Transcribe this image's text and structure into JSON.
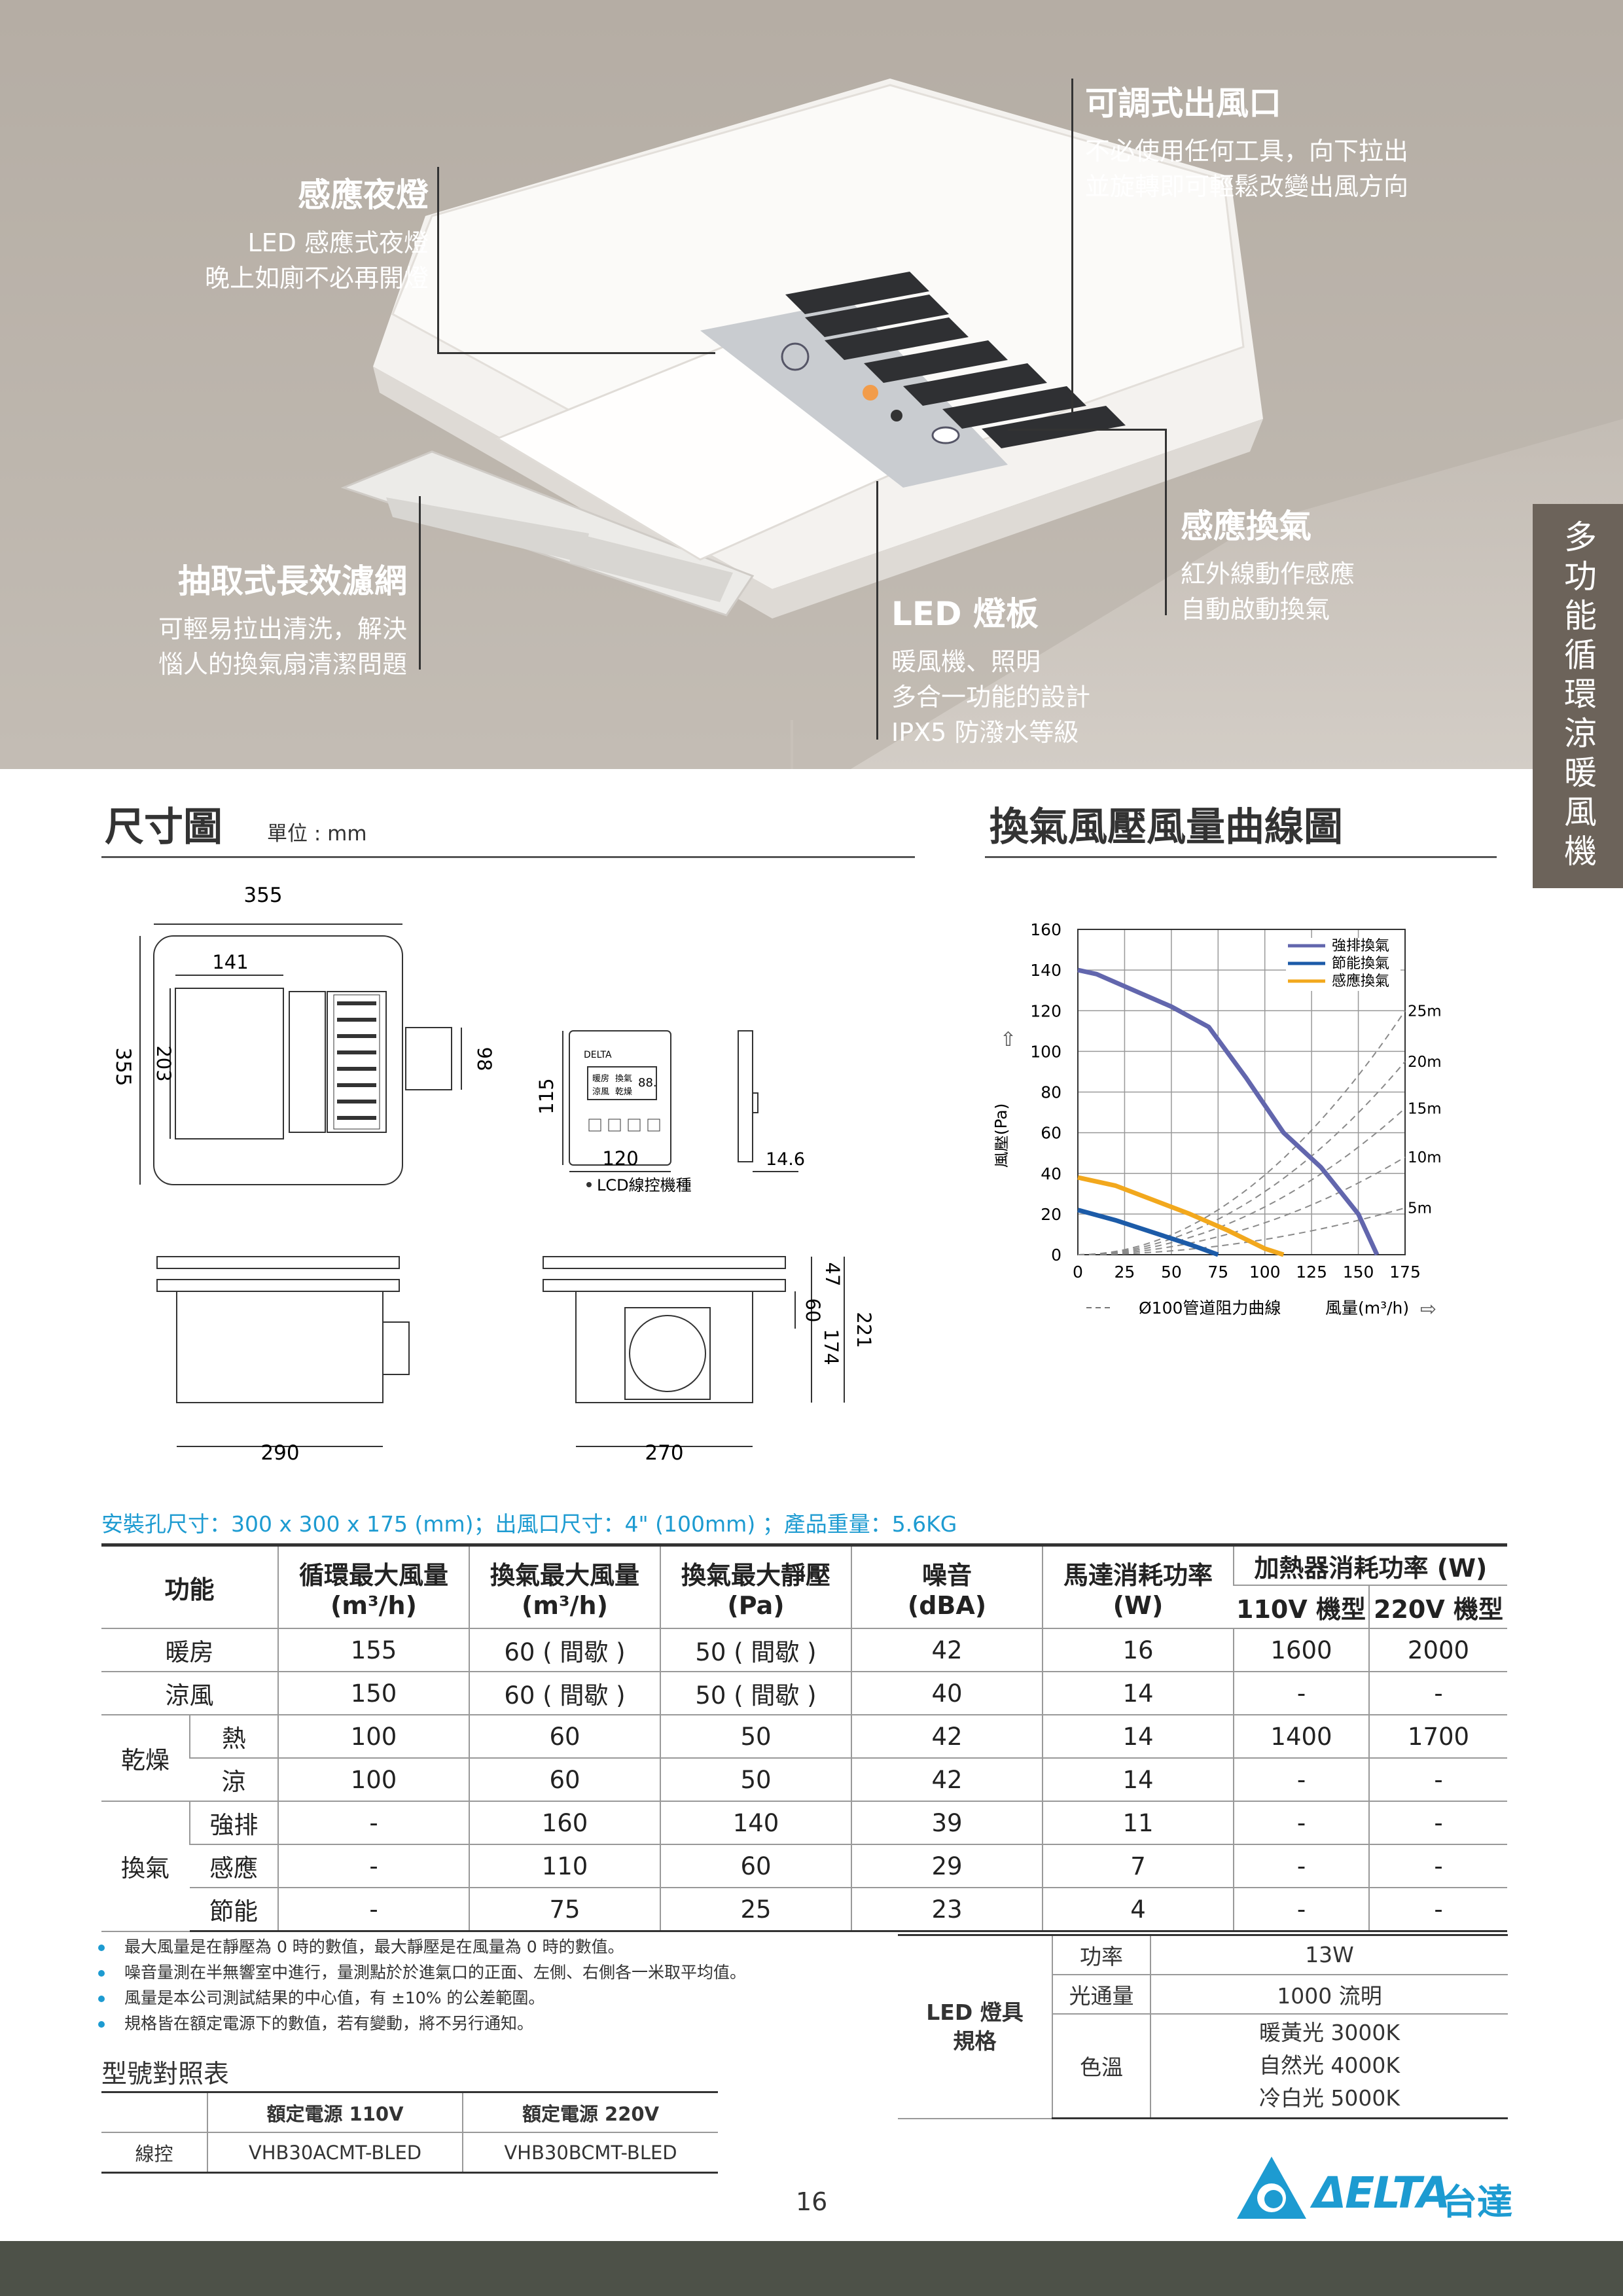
{
  "side_tab": "多功能循環涼暖風機",
  "callouts": {
    "night_light": {
      "title": "感應夜燈",
      "lines": [
        "LED 感應式夜燈",
        "晚上如廁不必再開燈"
      ]
    },
    "outlet": {
      "title": "可調式出風口",
      "lines": [
        "不必使用任何工具，向下拉出",
        "並旋轉即可輕鬆改變出風方向"
      ]
    },
    "sensor_vent": {
      "title": "感應換氣",
      "lines": [
        "紅外線動作感應",
        "自動啟動換氣"
      ]
    },
    "filter": {
      "title": "抽取式長效濾網",
      "lines": [
        "可輕易拉出清洗，解決",
        "惱人的換氣扇清潔問題"
      ]
    },
    "led_panel": {
      "title": "LED 燈板",
      "lines": [
        "暖風機、照明",
        "多合一功能的設計",
        "IPX5 防潑水等級"
      ]
    }
  },
  "dimension_section": {
    "title": "尺寸圖",
    "unit": "單位 : mm",
    "dims": {
      "top_width": "355",
      "top_height": "355",
      "panel_w": "141",
      "panel_h": "203",
      "duct_h": "98",
      "ctrl_h": "115",
      "ctrl_w": "120",
      "ctrl_d": "14.6",
      "side_w": "290",
      "front_w": "270",
      "h47": "47",
      "h60": "60",
      "h174": "174",
      "h221": "221"
    },
    "lcd_label": "LCD線控機種",
    "lcd_texts": [
      "DELTA",
      "暖房",
      "換氣",
      "涼風",
      "乾燥",
      "88."
    ]
  },
  "curve_section": {
    "title": "換氣風壓風量曲線圖"
  },
  "chart_data": {
    "type": "line",
    "title": "換氣風壓風量曲線圖",
    "xlabel": "風量(m³/h)",
    "ylabel": "風壓(Pa)",
    "xlim": [
      0,
      175
    ],
    "ylim": [
      0,
      160
    ],
    "xticks": [
      0,
      25,
      50,
      75,
      100,
      125,
      150,
      175
    ],
    "yticks": [
      0,
      20,
      40,
      60,
      80,
      100,
      120,
      140,
      160
    ],
    "grid": true,
    "legend_position": "top-right",
    "series": [
      {
        "name": "強排換氣",
        "color": "#6266ad",
        "x": [
          0,
          10,
          30,
          50,
          60,
          70,
          90,
          110,
          130,
          150,
          160
        ],
        "y": [
          140,
          138,
          130,
          122,
          117,
          112,
          87,
          60,
          43,
          20,
          0
        ]
      },
      {
        "name": "節能換氣",
        "color": "#1c5ba8",
        "x": [
          0,
          20,
          40,
          60,
          75
        ],
        "y": [
          22,
          17,
          11,
          5,
          0
        ]
      },
      {
        "name": "感應換氣",
        "color": "#f2a81d",
        "x": [
          0,
          20,
          40,
          60,
          80,
          100,
          110
        ],
        "y": [
          38,
          34,
          27,
          20,
          12,
          3,
          0
        ]
      }
    ],
    "resistance_curves": {
      "name": "Ø100管道阻力曲線",
      "labels": [
        "25m",
        "20m",
        "15m",
        "10m",
        "5m"
      ],
      "endpoints_y": [
        120,
        95,
        72,
        48,
        23
      ]
    }
  },
  "spec_caption": "安裝孔尺寸：300 x 300 x 175 (mm)；出風口尺寸：4\" (100mm) ；產品重量：5.6KG",
  "spec_table": {
    "headers": {
      "function": "功能",
      "circ_flow": "循環最大風量",
      "circ_flow_unit": "(m³/h)",
      "vent_flow": "換氣最大風量",
      "vent_flow_unit": "(m³/h)",
      "static": "換氣最大靜壓",
      "static_unit": "(Pa)",
      "noise": "噪音",
      "noise_unit": "(dBA)",
      "motor": "馬達消耗功率",
      "motor_unit": "(W)",
      "heater": "加熱器消耗功率 (W)",
      "v110": "110V 機型",
      "v220": "220V 機型"
    },
    "groups": {
      "dry": "乾燥",
      "vent": "換氣"
    },
    "rows": [
      {
        "group": "",
        "name": "暖房",
        "cells": [
          "155",
          "60 ( 間歇 )",
          "50 ( 間歇 )",
          "42",
          "16",
          "1600",
          "2000"
        ]
      },
      {
        "group": "",
        "name": "涼風",
        "cells": [
          "150",
          "60 ( 間歇 )",
          "50 ( 間歇 )",
          "40",
          "14",
          "-",
          "-"
        ]
      },
      {
        "group": "dry",
        "name": "熱",
        "cells": [
          "100",
          "60",
          "50",
          "42",
          "14",
          "1400",
          "1700"
        ]
      },
      {
        "group": "dry",
        "name": "涼",
        "cells": [
          "100",
          "60",
          "50",
          "42",
          "14",
          "-",
          "-"
        ]
      },
      {
        "group": "vent",
        "name": "強排",
        "cells": [
          "-",
          "160",
          "140",
          "39",
          "11",
          "-",
          "-"
        ]
      },
      {
        "group": "vent",
        "name": "感應",
        "cells": [
          "-",
          "110",
          "60",
          "29",
          "7",
          "-",
          "-"
        ]
      },
      {
        "group": "vent",
        "name": "節能",
        "cells": [
          "-",
          "75",
          "25",
          "23",
          "4",
          "-",
          "-"
        ]
      }
    ]
  },
  "notes": [
    "最大風量是在靜壓為 0 時的數值，最大靜壓是在風量為 0 時的數值。",
    "噪音量測在半無響室中進行，量測點於於進氣口的正面、左側、右側各一米取平均值。",
    "風量是本公司測試結果的中心值，有 ±10% 的公差範圍。",
    "規格皆在額定電源下的數值，若有變動，將不另行通知。"
  ],
  "led_spec": {
    "label": "LED 燈具規格",
    "power_label": "功率",
    "power": "13W",
    "lumen_label": "光通量",
    "lumen": "1000 流明",
    "cct_label": "色溫",
    "cct": [
      "暖黃光 3000K",
      "自然光 4000K",
      "冷白光 5000K"
    ]
  },
  "model_table": {
    "title": "型號對照表",
    "h110": "額定電源 110V",
    "h220": "額定電源 220V",
    "row_label": "線控",
    "m110": "VHB30ACMT-BLED",
    "m220": "VHB30BCMT-BLED"
  },
  "page_number": "16",
  "brand": {
    "logo_text": "ΔELTA",
    "name": "台達",
    "color": "#1d9bd1"
  },
  "colors": {
    "accent": "#1d9bd1",
    "side_tab": "#6c635a",
    "footer": "#4d5148"
  }
}
